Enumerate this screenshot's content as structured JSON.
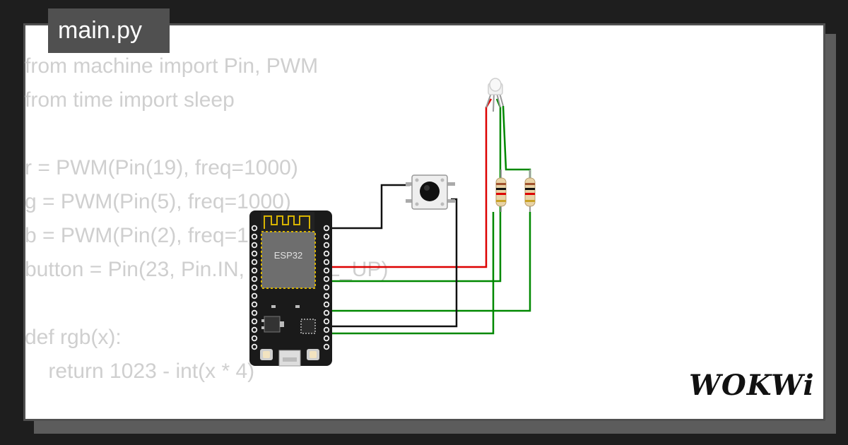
{
  "editor": {
    "tab_label": "main.py",
    "code_lines": [
      "from machine import Pin, PWM",
      "from time import sleep",
      "",
      "r = PWM(Pin(19), freq=1000)",
      "g = PWM(Pin(5), freq=1000)",
      "b = PWM(Pin(2), freq=1000)",
      "button = Pin(23, Pin.IN, Pin.PULL_UP)",
      "",
      "def rgb(x):",
      "    return 1023 - int(x * 4)"
    ]
  },
  "board": {
    "chip_label": "ESP32"
  },
  "brand": {
    "logo_text": "WOKWi"
  },
  "colors": {
    "background": "#1e1e1e",
    "card": "#ffffff",
    "tab": "#505050",
    "code_text": "#cfcfcf",
    "wire_red": "#dd0000",
    "wire_green": "#008800",
    "wire_black": "#111111",
    "board": "#1a1a1a",
    "chip": "#6e6e6e",
    "pins": "#d8b400"
  },
  "icons": {
    "led": "rgb-led-icon",
    "button": "push-button-icon",
    "resistor": "resistor-icon",
    "board": "esp32-board-icon"
  }
}
